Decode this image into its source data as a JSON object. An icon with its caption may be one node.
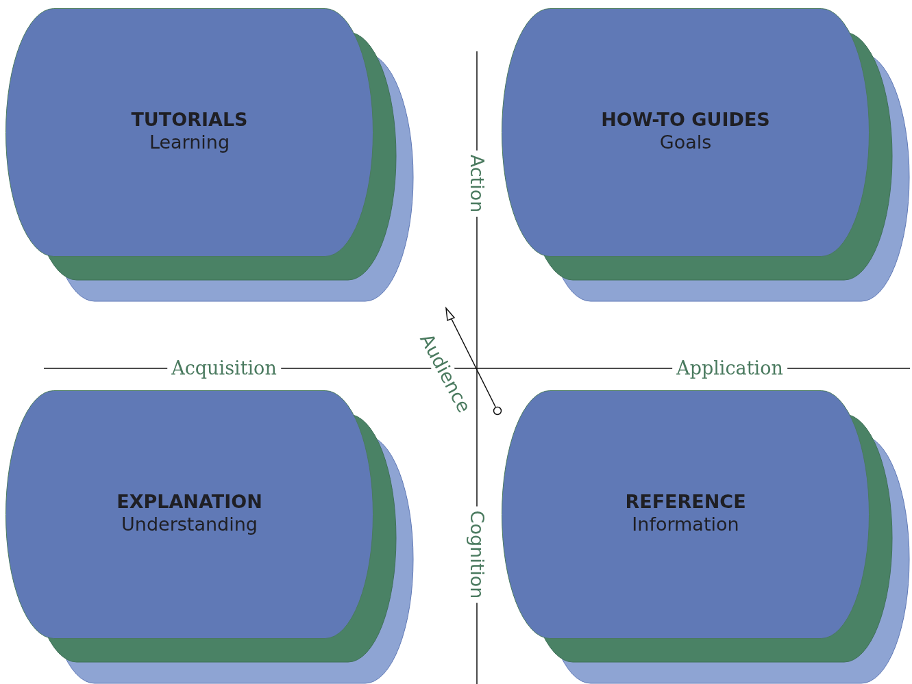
{
  "diagram": {
    "nodes": [
      {
        "text": [
          "TUTORIALS",
          "Learning"
        ]
      },
      {
        "text": [
          "HOW-TO GUIDES",
          "Goals"
        ]
      },
      {
        "text": [
          "EXPLANATION",
          "Understanding"
        ]
      },
      {
        "text": [
          "REFERENCE",
          "Information"
        ]
      }
    ],
    "labels": [
      "Action",
      "Acquisition",
      "Audience",
      "Application",
      "Cognition"
    ]
  }
}
